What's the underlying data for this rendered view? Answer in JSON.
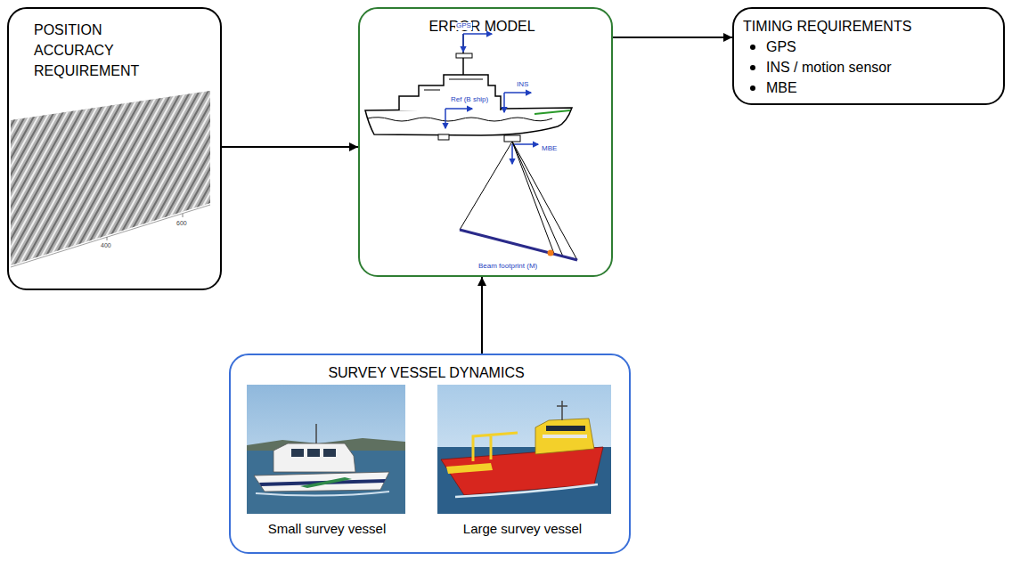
{
  "diagram": {
    "nodes": [
      {
        "text": [
          "POSITION ACCURACY REQUIREMENT"
        ]
      },
      {
        "text": [
          "ERROR MODEL"
        ]
      },
      {
        "text": [
          "TIMING REQUIREMENTS",
          "GPS",
          "INS / motion sensor",
          "MBE"
        ]
      },
      {
        "text": [
          "SURVEY VESSEL DYNAMICS",
          "Small survey vessel",
          "Large survey vessel"
        ]
      }
    ],
    "edges": [
      {
        "from": 0,
        "to": 1,
        "arrow": "to"
      },
      {
        "from": 1,
        "to": 2,
        "arrow": "to"
      },
      {
        "from": 3,
        "to": 1,
        "arrow": "to"
      }
    ],
    "labels": [
      "400",
      "600",
      "GPS",
      "INS",
      "Ref (B ship)",
      "MBE",
      "Beam footprint (M)"
    ]
  }
}
